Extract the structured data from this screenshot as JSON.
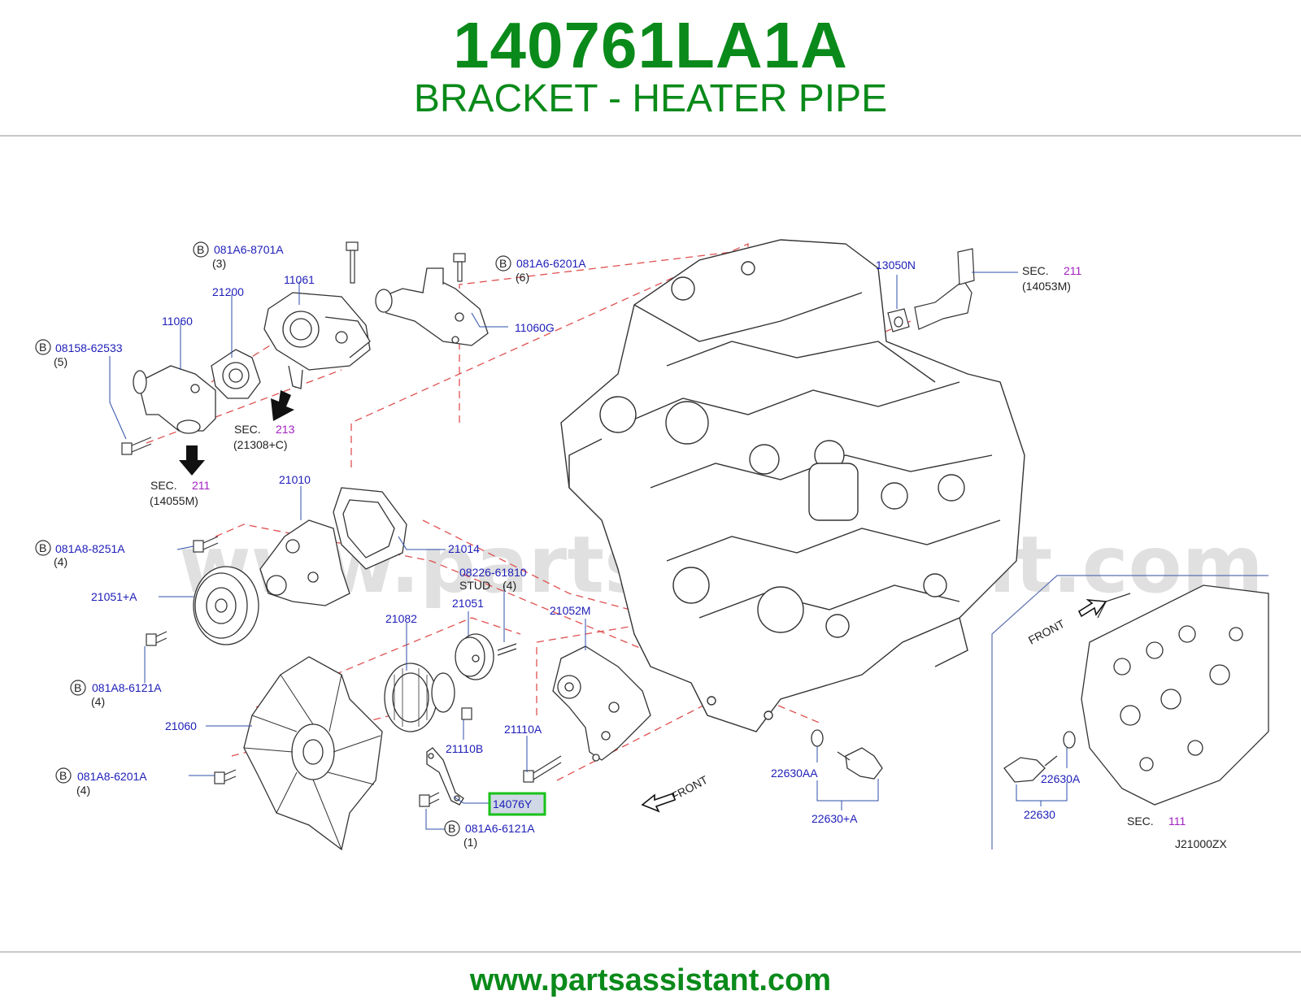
{
  "header": {
    "part_number": "140761LA1A",
    "description": "BRACKET - HEATER PIPE"
  },
  "footer": {
    "url": "www.partsassistant.com"
  },
  "watermark": "www.partsassistant.com",
  "highlight_color": "#19c219",
  "labels": {
    "b_081a6_8701a": "081A6-8701A",
    "q_3": "(3)",
    "b_081a6_6201a": "081A6-6201A",
    "q_6": "(6)",
    "p_11061": "11061",
    "p_21200": "21200",
    "p_11060": "11060",
    "b_08158_62533": "08158-62533",
    "q_5": "(5)",
    "p_11060g": "11060G",
    "p_13050n": "13050N",
    "sec_word": "SEC.",
    "sec_211_a": "211",
    "sec_211_a_sub": "(14053M)",
    "sec_213": "213",
    "sec_213_sub": "(21308+C)",
    "sec_211_b": "211",
    "sec_211_b_sub": "(14055M)",
    "p_21010": "21010",
    "p_21014": "21014",
    "b_081a8_8251a": "081A8-8251A",
    "q_4a": "(4)",
    "p_08226_61810": "08226-61810",
    "stud": "STUD",
    "q_4b": "(4)",
    "p_21051a": "21051+A",
    "p_21051": "21051",
    "p_21052m": "21052M",
    "p_21082": "21082",
    "b_081a8_6121a": "081A8-6121A",
    "q_4c": "(4)",
    "p_21060": "21060",
    "p_21110b": "21110B",
    "p_21110a": "21110A",
    "b_081a8_6201a": "081A8-6201A",
    "q_4d": "(4)",
    "p_14076y": "14076Y",
    "b_081a6_6121a": "081A6-6121A",
    "q_1": "(1)",
    "front": "FRONT",
    "p_22630aa": "22630AA",
    "p_22630a_plus": "22630+A",
    "p_22630a": "22630A",
    "p_22630": "22630",
    "sec_111": "111",
    "drawing_code": "J21000ZX",
    "b_mark": "B"
  }
}
